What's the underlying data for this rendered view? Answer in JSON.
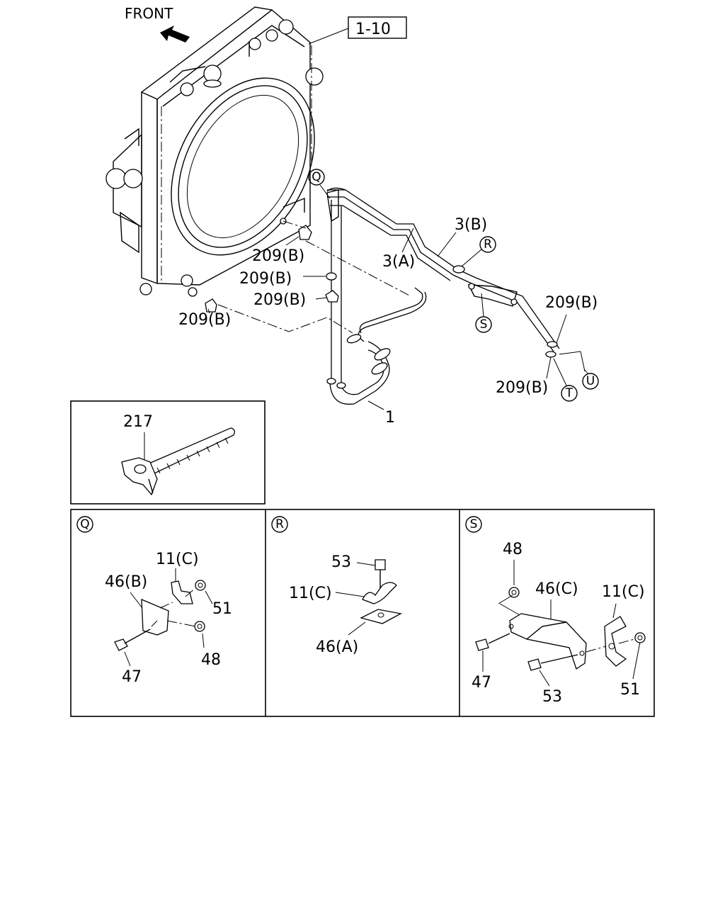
{
  "front_label": "FRONT",
  "ref_box_label": "1-10",
  "main_labels": {
    "p209b_1": "209(B)",
    "p209b_2": "209(B)",
    "p209b_3": "209(B)",
    "p209b_4": "209(B)",
    "p209b_5": "209(B)",
    "p209b_6": "209(B)",
    "p3a": "3(A)",
    "p3b": "3(B)",
    "p1": "1"
  },
  "callouts": {
    "q": "Q",
    "r": "R",
    "s": "S",
    "t": "T",
    "u": "U"
  },
  "tie_panel": {
    "part": "217"
  },
  "detail_q": {
    "id": "Q",
    "labels": [
      "11(C)",
      "46(B)",
      "51",
      "47",
      "48"
    ]
  },
  "detail_r": {
    "id": "R",
    "labels": [
      "53",
      "11(C)",
      "46(A)"
    ]
  },
  "detail_s": {
    "id": "S",
    "labels": [
      "48",
      "46(C)",
      "11(C)",
      "47",
      "53",
      "51"
    ]
  }
}
